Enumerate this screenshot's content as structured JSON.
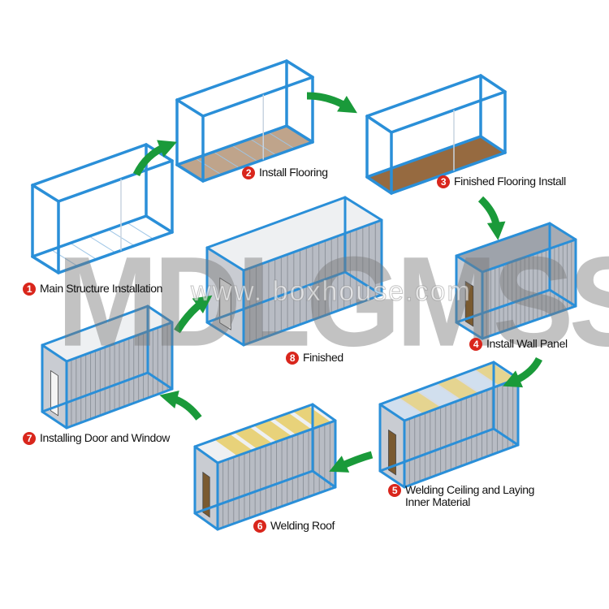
{
  "steps": [
    {
      "num": "1",
      "label": "Main Structure Installation"
    },
    {
      "num": "2",
      "label": "Install Flooring"
    },
    {
      "num": "3",
      "label": "Finished Flooring Install"
    },
    {
      "num": "4",
      "label": "Install Wall Panel"
    },
    {
      "num": "5",
      "label": "Welding Ceiling and Laying",
      "label2": "Inner Material"
    },
    {
      "num": "6",
      "label": "Welding Roof"
    },
    {
      "num": "7",
      "label": "Installing Door and Window"
    },
    {
      "num": "8",
      "label": "Finished"
    }
  ],
  "watermark": {
    "brand": "MDLGMSSE",
    "site": "www.   boxhouse.com"
  },
  "colors": {
    "frame": "#2a8fd8",
    "floor": "#8b5a2b",
    "wall": "#b8bcc4",
    "roof": "#eef0f2",
    "insulation": "#e8d27a",
    "arrow": "#1a9a3a",
    "badge": "#d9261c"
  }
}
